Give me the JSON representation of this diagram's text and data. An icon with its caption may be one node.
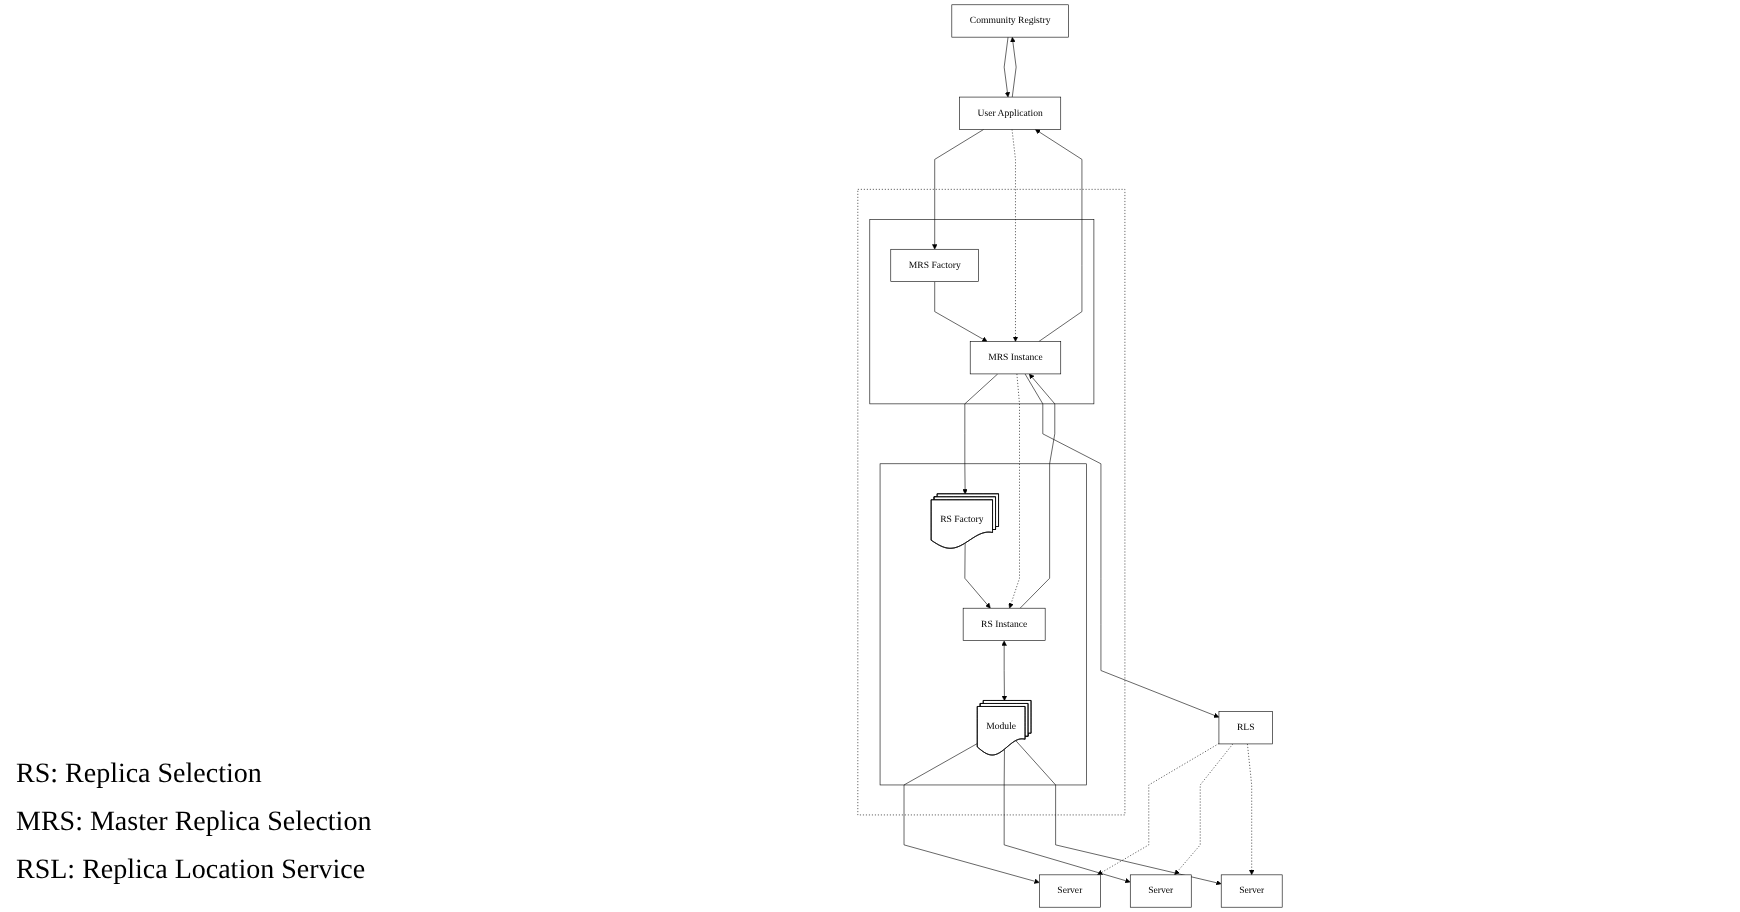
{
  "diagram": {
    "nodes": [
      {
        "text": [
          "Community Registry"
        ]
      },
      {
        "text": [
          "User Application"
        ]
      },
      {
        "text": [],
        "shape": "box"
      },
      {
        "text": [],
        "shape": "box",
        "in": 2
      },
      {
        "text": [
          "MRS Factory"
        ],
        "in": 3
      },
      {
        "text": [
          "MRS Instance"
        ],
        "in": 3
      },
      {
        "text": [],
        "shape": "box",
        "in": 2
      },
      {
        "text": [
          "RS Factory"
        ],
        "in": 6
      },
      {
        "text": [
          "RS Instance"
        ],
        "in": 6
      },
      {
        "text": [
          "Module"
        ],
        "in": 6
      },
      {
        "text": [
          "RLS"
        ]
      },
      {
        "text": [
          "Server"
        ]
      },
      {
        "text": [
          "Server"
        ]
      },
      {
        "text": [
          "Server"
        ]
      }
    ],
    "edges": [
      {
        "from": 1,
        "to": 0,
        "arrow": "to"
      },
      {
        "from": 0,
        "to": 1,
        "arrow": "to"
      },
      {
        "from": 1,
        "to": 4,
        "arrow": "to"
      },
      {
        "from": 4,
        "to": 5,
        "arrow": "to"
      },
      {
        "from": 1,
        "to": 5,
        "arrow": "to",
        "style": "dashed"
      },
      {
        "from": 5,
        "to": 1,
        "arrow": "to"
      },
      {
        "from": 5,
        "to": 7,
        "arrow": "to"
      },
      {
        "from": 5,
        "to": 8,
        "arrow": "to",
        "style": "dashed"
      },
      {
        "from": 8,
        "to": 5,
        "arrow": "to"
      },
      {
        "from": 7,
        "to": 8,
        "arrow": "to"
      },
      {
        "from": 8,
        "to": 9,
        "arrow": "both"
      },
      {
        "from": 5,
        "to": 10,
        "arrow": "to"
      },
      {
        "from": 9,
        "to": 11,
        "arrow": "to"
      },
      {
        "from": 9,
        "to": 12,
        "arrow": "to"
      },
      {
        "from": 9,
        "to": 13,
        "arrow": "to"
      },
      {
        "from": 10,
        "to": 11,
        "arrow": "to",
        "style": "dashed"
      },
      {
        "from": 10,
        "to": 12,
        "arrow": "to",
        "style": "dashed"
      },
      {
        "from": 10,
        "to": 13,
        "arrow": "to",
        "style": "dashed"
      }
    ],
    "labels": [
      "RS: Replica Selection",
      "MRS: Master Replica Selection",
      "RSL: Replica Location Service"
    ]
  }
}
